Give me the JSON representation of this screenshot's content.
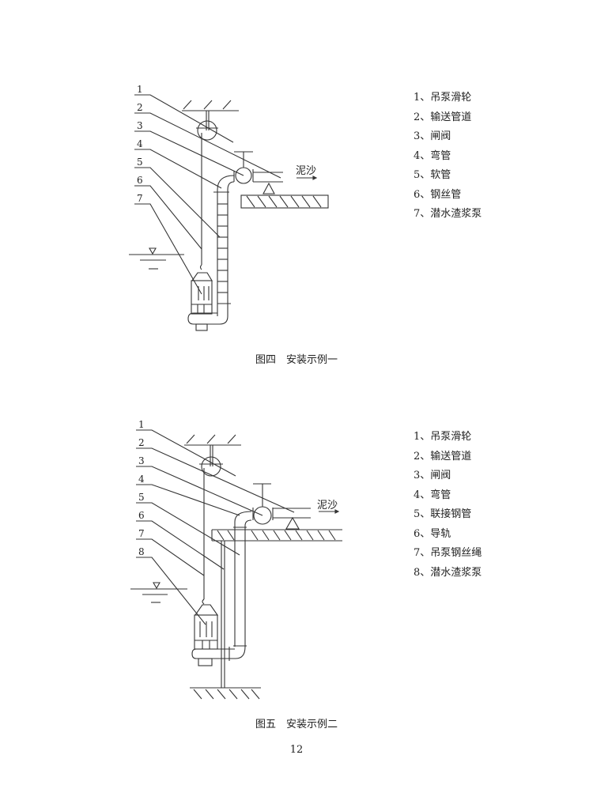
{
  "figure1": {
    "caption": "图四　安装示例一",
    "flow_label": "泥沙",
    "callouts": [
      "1",
      "2",
      "3",
      "4",
      "5",
      "6",
      "7"
    ],
    "legend": [
      "1、吊泵滑轮",
      "2、输送管道",
      "3、闸阀",
      "4、弯管",
      "5、软管",
      "6、钢丝管",
      "7、潜水渣浆泵"
    ]
  },
  "figure2": {
    "caption": "图五　安装示例二",
    "flow_label": "泥沙",
    "callouts": [
      "1",
      "2",
      "3",
      "4",
      "5",
      "6",
      "7",
      "8"
    ],
    "legend": [
      "1、吊泵滑轮",
      "2、输送管道",
      "3、闸阀",
      "4、弯管",
      "5、联接钢管",
      "6、导轨",
      "7、吊泵钢丝绳",
      "8、潜水渣浆泵"
    ]
  },
  "page_number": "12"
}
